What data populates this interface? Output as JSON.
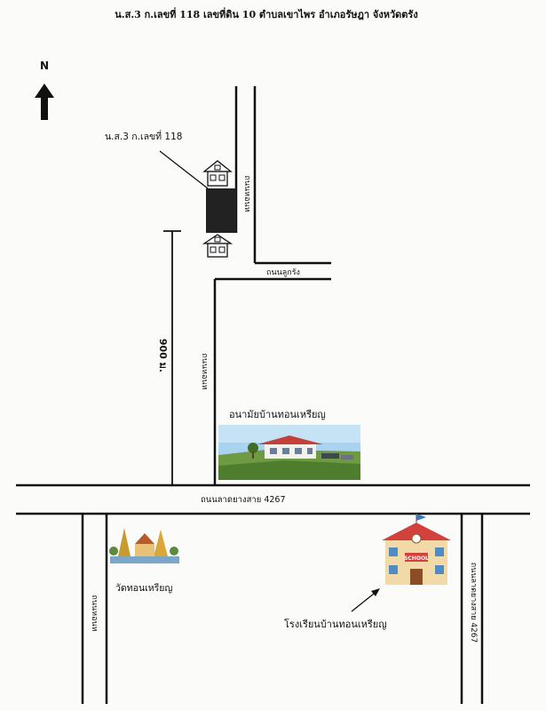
{
  "header": {
    "title": "น.ส.3 ก.เลขที่ 118 เลขที่ดิน 10 ตำบลเขาไพร อำเภอรัษฎา จังหวัดตรัง"
  },
  "compass": {
    "label": "N"
  },
  "plot": {
    "label": "น.ส.3 ก.เลขที่ 118"
  },
  "roads": {
    "north_vertical": "ถนนหอนห",
    "lower_vertical": "ถนนหอนห",
    "east_branch": "ถนนลูกรัง",
    "main_highway": "ถนนลาดยางสาย 4267",
    "south_left": "ถนนหอนห",
    "east_highway": "ถนนลาดยางสาย 4267"
  },
  "distance": {
    "label": "900 ม."
  },
  "landmarks": {
    "health_station": "อนามัยบ้านทอนเหรียญ",
    "temple": "วัดทอนเหรียญ",
    "school": "โรงเรียนบ้านทอนเหรียญ",
    "school_sign": "SCHOOL"
  }
}
